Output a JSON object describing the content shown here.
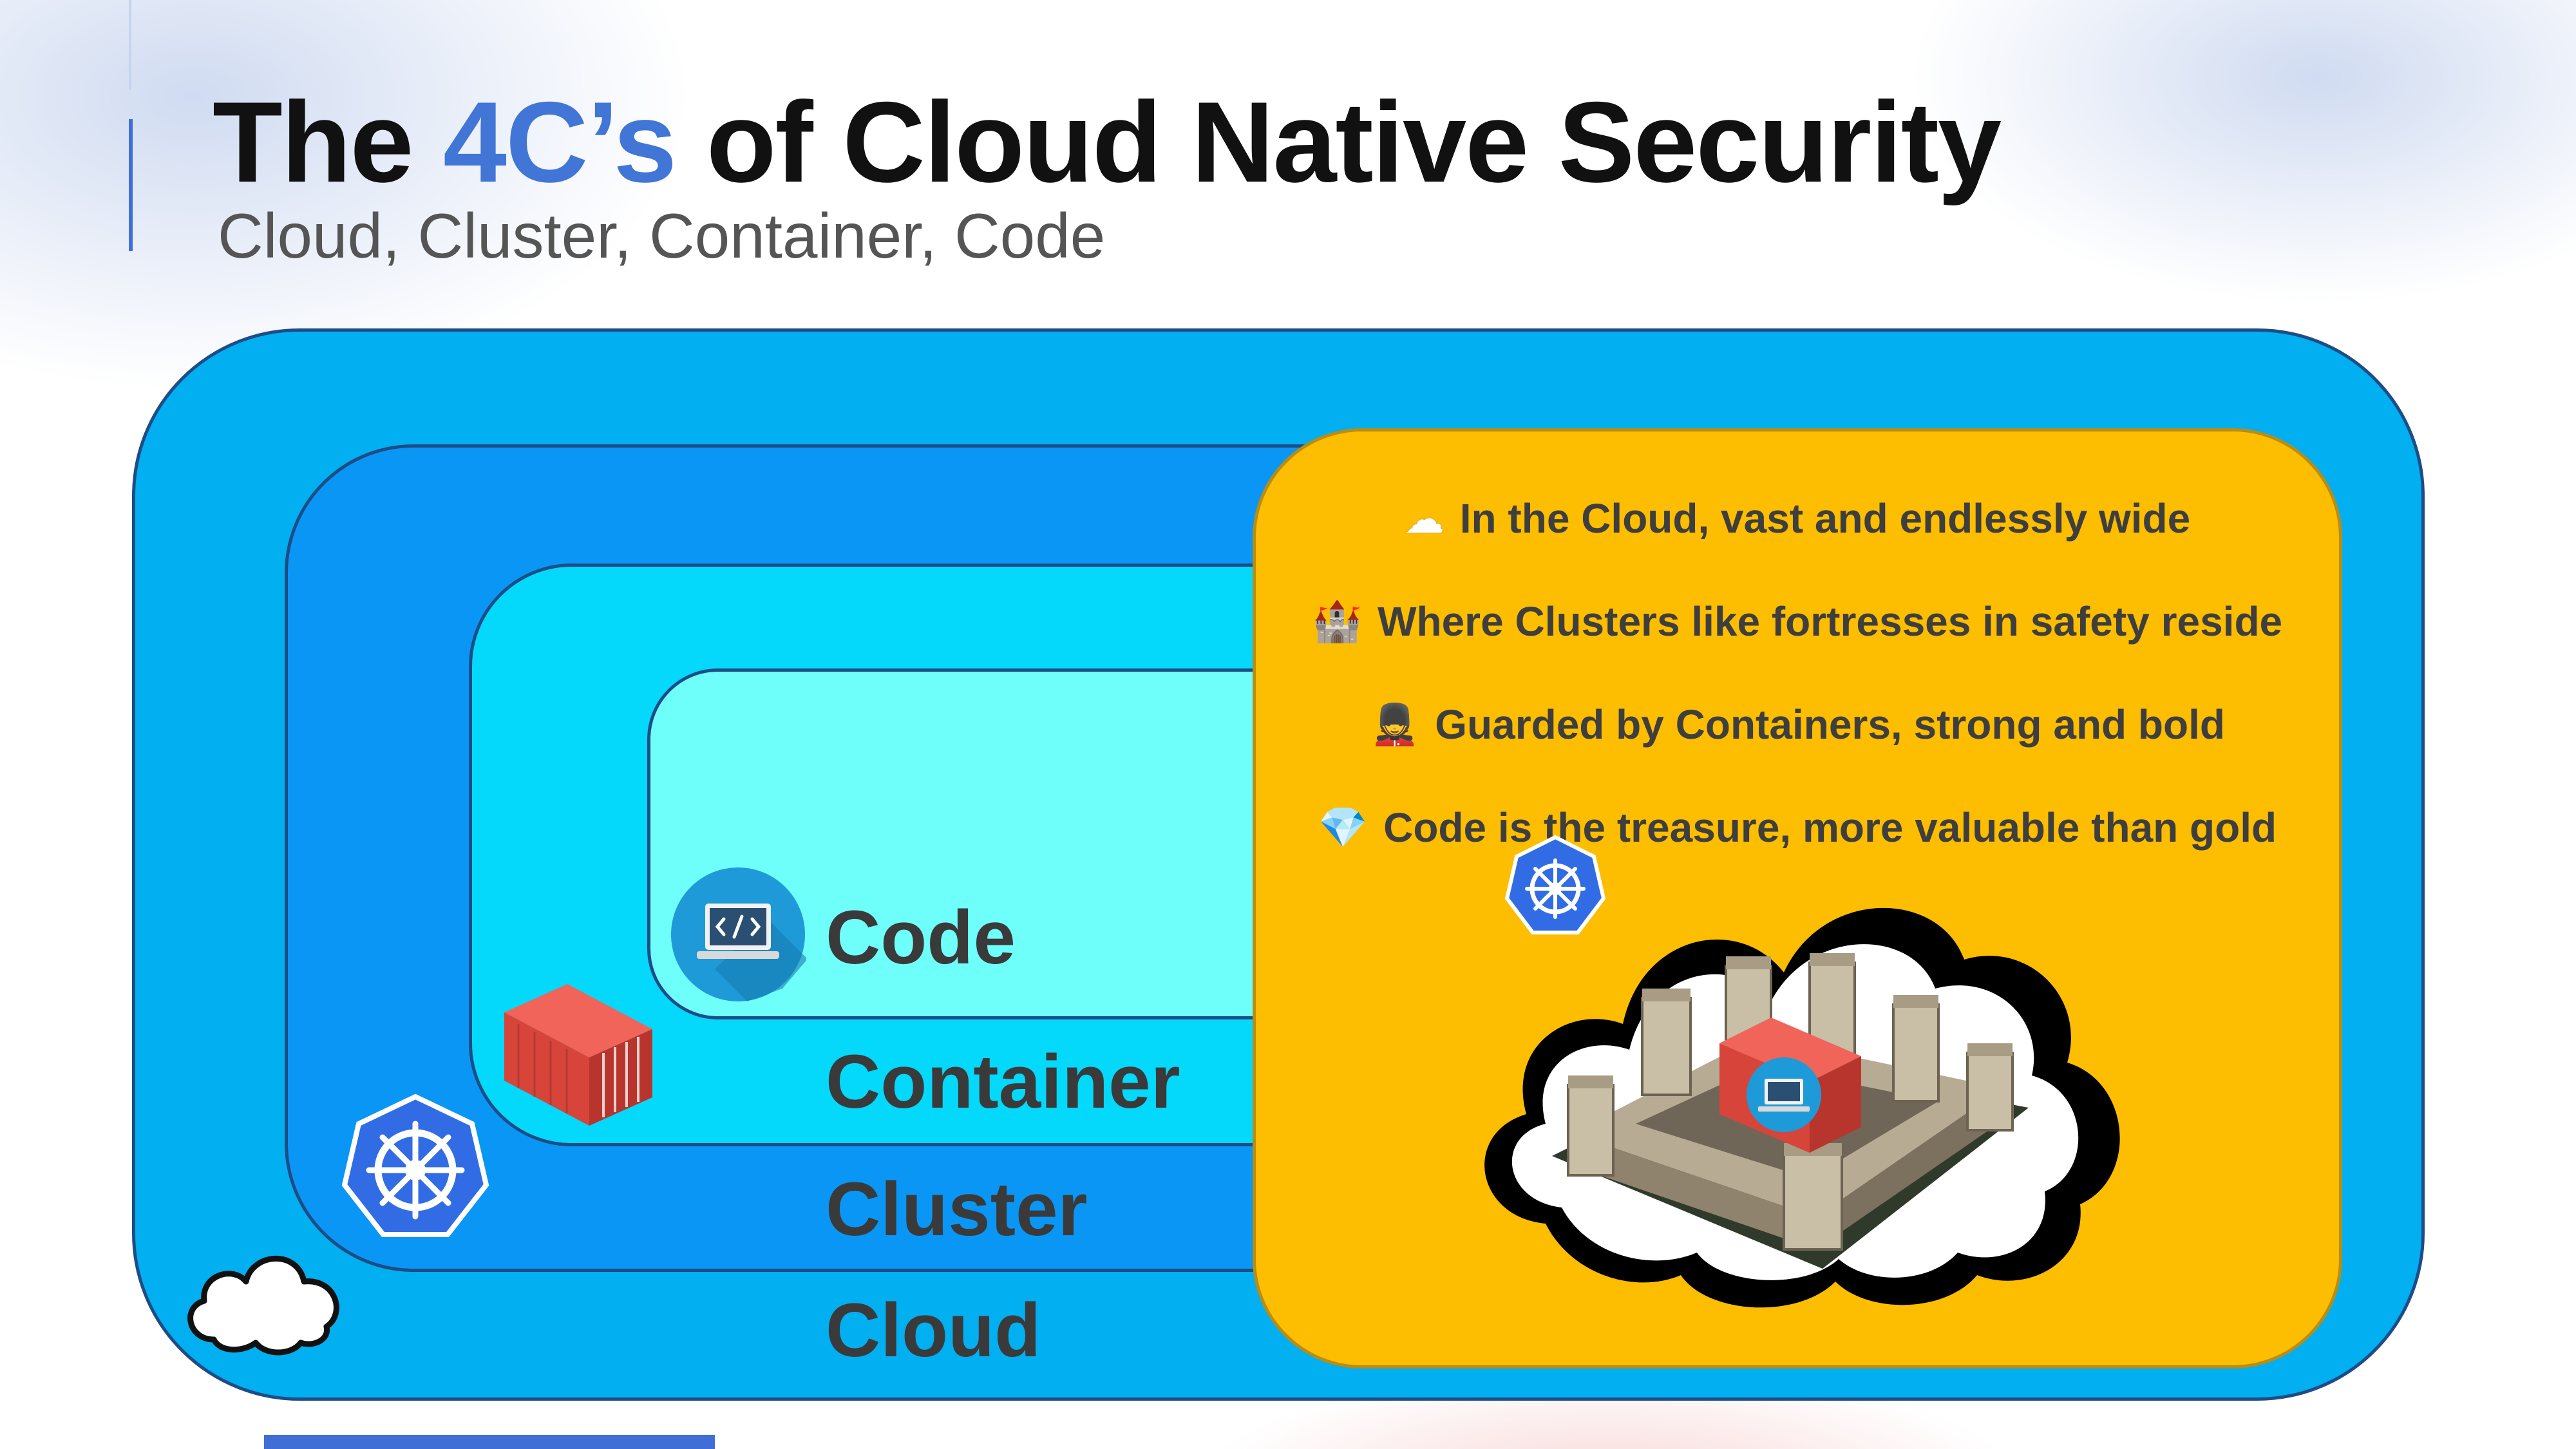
{
  "header": {
    "title_pre": "The ",
    "title_highlight": "4C’s",
    "title_post": " of Cloud Native Security",
    "subtitle": "Cloud, Cluster, Container, Code"
  },
  "layers": {
    "code": "Code",
    "container": "Container",
    "cluster": "Cluster",
    "cloud": "Cloud"
  },
  "poem": [
    {
      "emoji": "☁",
      "text": "In the Cloud, vast and endlessly wide"
    },
    {
      "emoji": "🏰",
      "text": "Where Clusters like fortresses in safety reside"
    },
    {
      "emoji": "💂",
      "text": "Guarded by Containers, strong and bold"
    },
    {
      "emoji": "💎",
      "text": "Code is the treasure, more valuable than gold"
    }
  ],
  "icons": {
    "code": "laptop-code-icon",
    "container": "shipping-container-icon",
    "cluster": "kubernetes-helm-icon",
    "cloud": "cloud-icon",
    "castle": "castle-in-cloud-illustration"
  },
  "colors": {
    "cloud_layer": "#02aff0",
    "cluster_layer": "#0a96f5",
    "container_layer": "#04d8fb",
    "code_layer": "#6ffffb",
    "poem_box": "#fdbd00",
    "accent": "#4175d6"
  }
}
